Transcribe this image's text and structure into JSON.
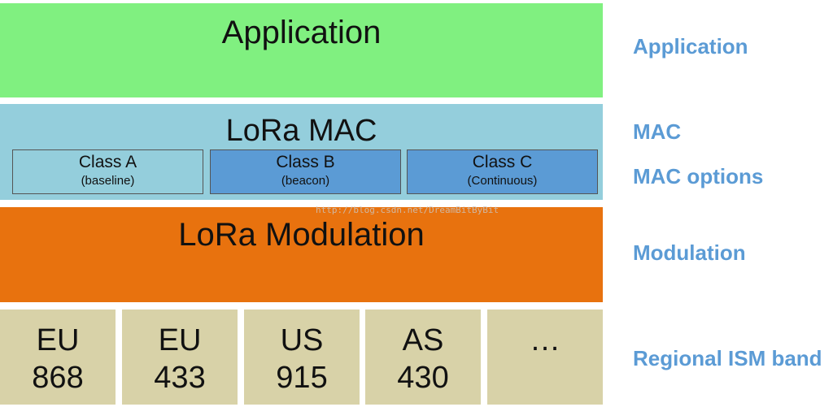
{
  "layers": {
    "application": "Application",
    "mac": "LoRa MAC",
    "modulation": "LoRa Modulation"
  },
  "mac_classes": [
    {
      "name": "Class A",
      "sub": "(baseline)"
    },
    {
      "name": "Class B",
      "sub": "(beacon)"
    },
    {
      "name": "Class C",
      "sub": "(Continuous)"
    }
  ],
  "bands": [
    {
      "line1": "EU",
      "line2": "868"
    },
    {
      "line1": "EU",
      "line2": "433"
    },
    {
      "line1": "US",
      "line2": "915"
    },
    {
      "line1": "AS",
      "line2": "430"
    },
    {
      "line1": "…",
      "line2": ""
    }
  ],
  "side_labels": {
    "application": "Application",
    "mac": "MAC",
    "mac_options": "MAC options",
    "modulation": "Modulation",
    "regional": "Regional ISM band"
  },
  "watermark": "http://blog.csdn.net/DreamBitByBit",
  "colors": {
    "application": "#80f080",
    "mac": "#94cedc",
    "class_b_c": "#5b9bd5",
    "modulation": "#e8720e",
    "band": "#d8d2a8",
    "side_label": "#5b9bd5"
  }
}
